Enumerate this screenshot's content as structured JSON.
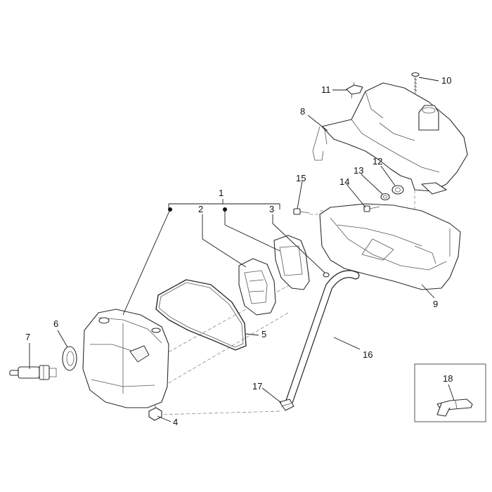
{
  "callouts": {
    "c1": "1",
    "c2": "2",
    "c3": "3",
    "c4": "4",
    "c5": "5",
    "c6": "6",
    "c7": "7",
    "c8": "8",
    "c9": "9",
    "c10": "10",
    "c11": "11",
    "c12": "12",
    "c13": "13",
    "c14": "14",
    "c15": "15",
    "c16": "16",
    "c17": "17",
    "c18": "18"
  },
  "colors": {
    "line": "#2b2b2b",
    "background": "#ffffff",
    "hidden_line": "#888888"
  }
}
